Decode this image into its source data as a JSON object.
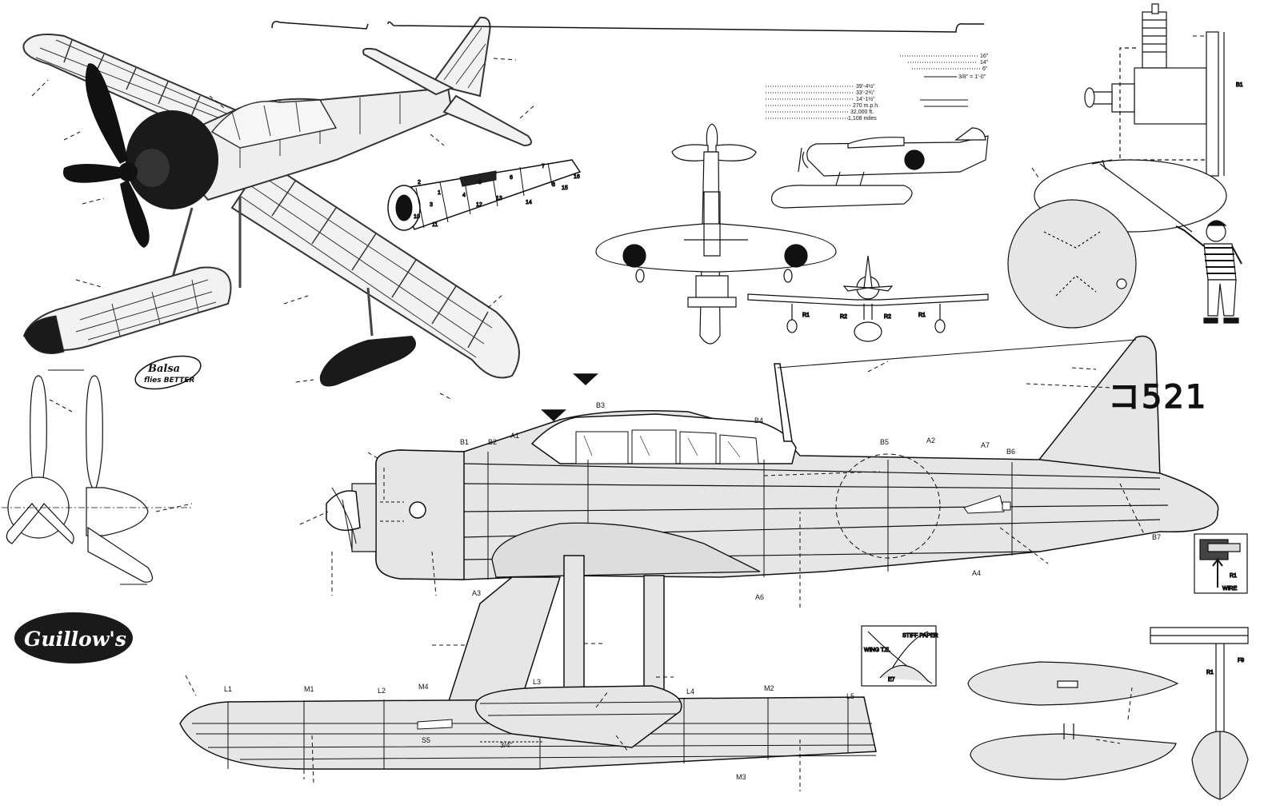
{
  "brand": {
    "logo": "Guillow's",
    "badge_line1": "Balsa",
    "badge_line2": "flies BETTER"
  },
  "registration": "コ521",
  "specs_left": [
    "39'-4½\"",
    "33'-2¾\"",
    "14'-1½\"",
    "270 m.p.h.",
    "32,000 ft.",
    "1,108 miles"
  ],
  "specs_right": [
    "16\"",
    "14\"",
    "6\"",
    "3/8\" = 1'-0\""
  ],
  "fuselage_labels": {
    "b1": "B1",
    "b2": "B2",
    "a1": "A1",
    "b3": "B3",
    "b4": "B4",
    "b5": "B5",
    "a2": "A2",
    "a7": "A7",
    "b6": "B6",
    "b7": "B7",
    "a3": "A3",
    "a6": "A6",
    "a4": "A4"
  },
  "float_labels": {
    "l1": "L1",
    "m1": "M1",
    "l2": "L2",
    "m4": "M4",
    "l3": "L3",
    "l4": "L4",
    "m2": "M2",
    "l5": "L5",
    "s5": "S5",
    "dim": "3/4\"",
    "m3": "M3"
  },
  "view_labels": {
    "r1_left": "R1",
    "r2_left": "R2",
    "r2_right": "R2",
    "r1_right": "R1"
  },
  "detail_labels": {
    "wing_te": "WING T.E.",
    "stiff_paper": "STIFF PAPER",
    "e7": "E7",
    "b1_engine": "B1",
    "r1_wire": "R1",
    "wire": "WIRE",
    "f9": "F9",
    "r1_strut": "R1"
  },
  "kit_numbers": [
    "1",
    "2",
    "3",
    "4",
    "5",
    "6",
    "7",
    "8",
    "10",
    "11",
    "12",
    "13",
    "14",
    "15",
    "16"
  ]
}
